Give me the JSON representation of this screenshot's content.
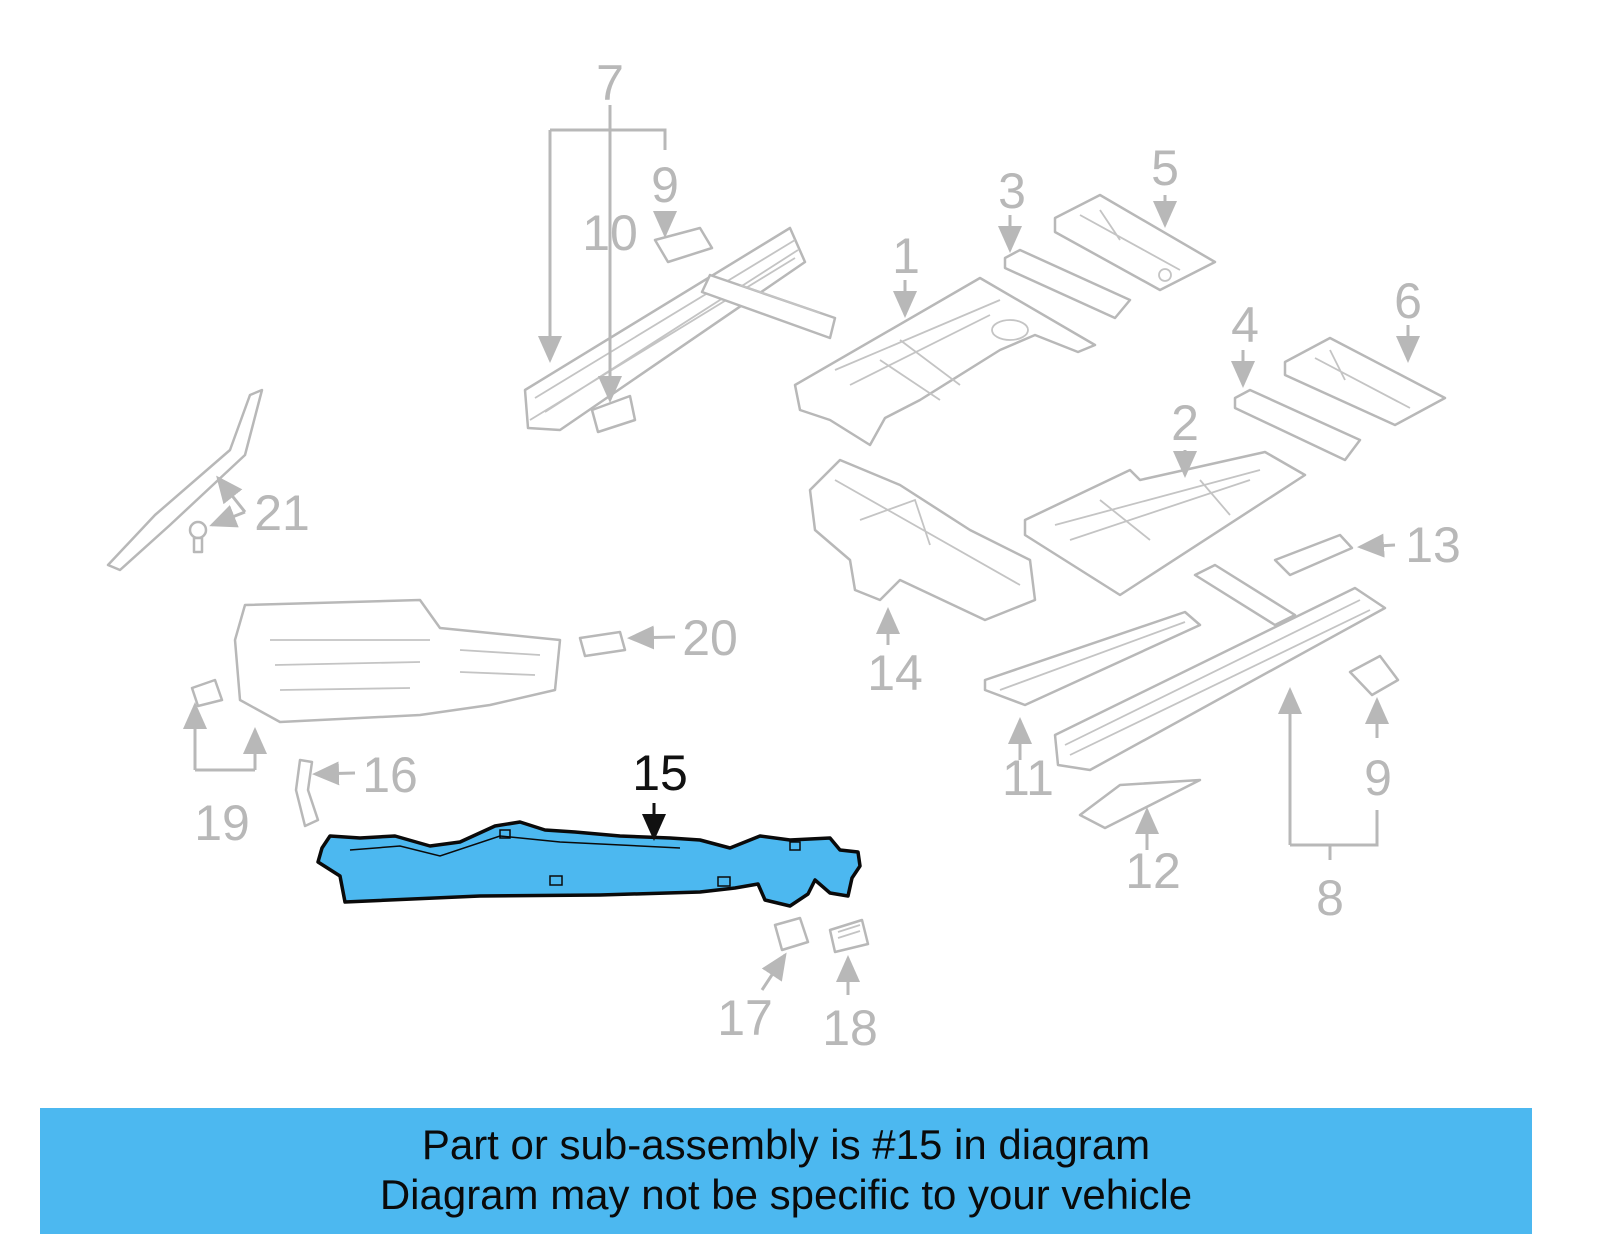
{
  "highlight_color": "#4cb8f0",
  "diagram": {
    "highlighted_part": "15",
    "labels": [
      "7",
      "9",
      "10",
      "3",
      "5",
      "1",
      "6",
      "4",
      "2",
      "21",
      "20",
      "13",
      "14",
      "16",
      "19",
      "15",
      "11",
      "9",
      "12",
      "8",
      "17",
      "18"
    ]
  },
  "banner": {
    "line1": "Part or sub-assembly is #15 in diagram",
    "line2": "Diagram may not be specific to your vehicle"
  }
}
